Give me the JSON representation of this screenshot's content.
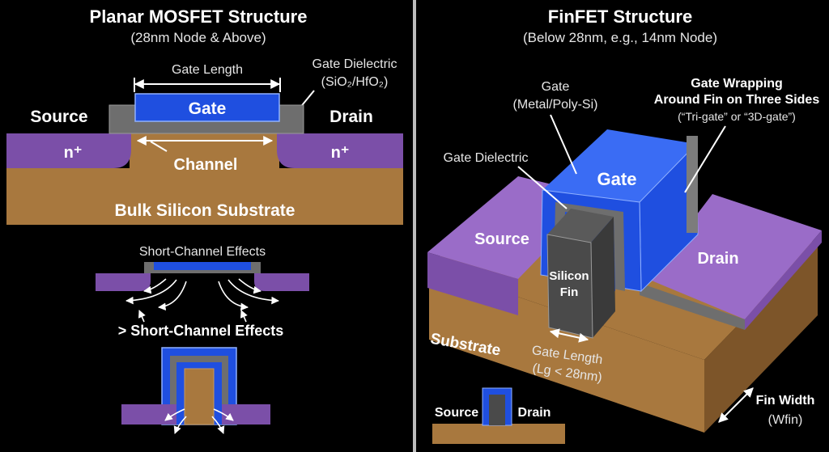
{
  "left": {
    "title": "Planar MOSFET Structure",
    "subtitle": "(28nm Node & Above)",
    "gate_length_label": "Gate Length",
    "gate_dielectric_label": "Gate Dielectric",
    "gate_dielectric_formula": "(SiO₂/HfO₂)",
    "gate_label": "Gate",
    "source_label": "Source",
    "drain_label": "Drain",
    "n_plus_left": "n⁺",
    "n_plus_right": "n⁺",
    "channel_label": "Channel",
    "substrate_label": "Bulk Silicon Substrate",
    "short_channel_label": "Short-Channel Effects",
    "more_short_channel_label": "> Short-Channel Effects"
  },
  "right": {
    "title": "FinFET Structure",
    "subtitle": "(Below 28nm, e.g., 14nm Node)",
    "gate_label_line1": "Gate",
    "gate_label_line2": "(Metal/Poly-Si)",
    "wrap_line1": "Gate Wrapping",
    "wrap_line2": "Around Fin on Three Sides",
    "wrap_line3": "(“Tri-gate” or “3D-gate”)",
    "gate_dielectric_label": "Gate Dielectric",
    "gate_block_label": "Gate",
    "source_label": "Source",
    "drain_label": "Drain",
    "fin_line1": "Silicon",
    "fin_line2": "Fin",
    "substrate_label": "Substrate",
    "gate_length_line1": "Gate Length",
    "gate_length_line2": "(Lg < 28nm)",
    "fin_width_line1": "Fin Width",
    "fin_width_line2": "(Wfin)",
    "mini_source_label": "Source",
    "mini_drain_label": "Drain"
  },
  "colors": {
    "purple": "#7b4fa8",
    "purple_top": "#9a6cc8",
    "brown": "#a8783e",
    "brown_dark": "#7d5529",
    "gate_blue": "#1f4fe0",
    "gate_blue_light": "#3a6cf4",
    "oxide_gray": "#6e6e6e",
    "fin_gray": "#4a4a4a"
  }
}
